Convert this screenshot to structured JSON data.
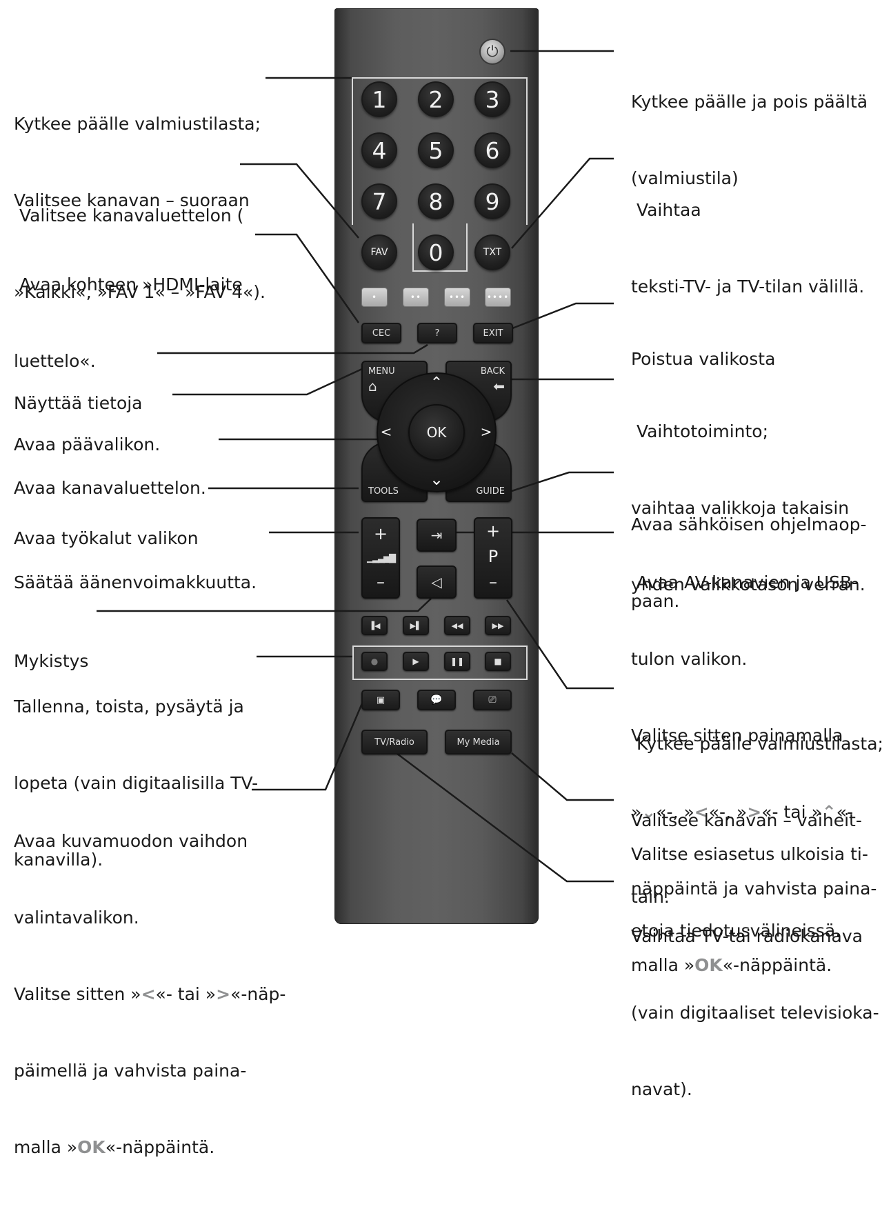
{
  "labels": {
    "left": {
      "standby_direct": [
        "Kytkee päälle valmiustilasta;",
        "Valitsee kanavan – suoraan"
      ],
      "fav_list": [
        " Valitsee kanavaluettelon (",
        "»Kaikki«, »FAV 1« – »FAV 4«)."
      ],
      "hdmi_list": [
        " Avaa kohteen »HDMI-laite",
        "luettelo«."
      ],
      "info": [
        "Näyttää tietoja"
      ],
      "main_menu": [
        "Avaa päävalikon."
      ],
      "channel_list": [
        "Avaa kanavaluettelon."
      ],
      "tools_menu": [
        "Avaa työkalut valikon"
      ],
      "volume": [
        "Säätää äänenvoimakkuutta."
      ],
      "mute": [
        "Mykistys"
      ],
      "record_play": [
        "Tallenna, toista, pysäytä ja",
        "lopeta (vain digitaalisilla TV-",
        "kanavilla)."
      ],
      "picture_format": {
        "line1": "Avaa kuvamuodon vaihdon",
        "line2": "valintavalikon.",
        "line3_a": "Valitse sitten »",
        "line3_b": "«- tai »",
        "line3_c": "«-näp-",
        "line4": "päimellä ja vahvista paina-",
        "line5_a": "malla »",
        "line5_b": "«-näppäintä."
      }
    },
    "right": {
      "power": [
        "Kytkee päälle ja pois päältä",
        "(valmiustila)"
      ],
      "teletext": [
        " Vaihtaa",
        "teksti-TV- ja TV-tilan välillä."
      ],
      "exit": [
        "Poistua valikosta"
      ],
      "back": [
        " Vaihtotoiminto;",
        "vaihtaa valikkoja takaisin",
        "yhden valikkotason verran."
      ],
      "guide": [
        "Avaa sähköisen ohjelmaop-",
        "paan."
      ],
      "source": {
        "line1": " Avaa AV-kanavien ja USB-",
        "line2": "tulon valikon.",
        "line3": "Valitse sitten painamalla",
        "line4_a": "»",
        "line4_b": "«-, »",
        "line4_c": "«-, »",
        "line4_d": "«- tai »",
        "line4_e": "«-",
        "line5": "näppäintä ja vahvista paina-",
        "line6_a": "malla »",
        "line6_b": "«-näppäintä."
      },
      "standby_step": [
        " Kytkee päälle valmiustilasta;",
        "Valitsee kanavan – vaiheit-",
        "tain."
      ],
      "media_preset": [
        "Valitse esiasetus ulkoisia ti-",
        "etoja tiedotusvälineissä."
      ],
      "tv_radio": [
        "Vaihtaa TV-tai radiokanava",
        "(vain digitaaliset televisioka-",
        "navat)."
      ]
    },
    "glyphs": {
      "down": "⌄",
      "left": "<",
      "right": ">",
      "up": "⌃",
      "ok": "OK"
    }
  },
  "remote": {
    "digits": [
      "1",
      "2",
      "3",
      "4",
      "5",
      "6",
      "7",
      "8",
      "9",
      "0"
    ],
    "fav": "FAV",
    "txt": "TXT",
    "color_keys": [
      "•",
      "••",
      "•••",
      "••••"
    ],
    "cec": "CEC",
    "info": "?",
    "exit": "EXIT",
    "menu": "MENU",
    "back": "BACK",
    "ok": "OK",
    "tools": "TOOLS",
    "guide": "GUIDE",
    "vol_plus": "+",
    "vol_minus": "–",
    "prog_plus": "+",
    "prog_letter": "P",
    "prog_minus": "–",
    "tv_radio": "TV/Radio",
    "my_media": "My Media"
  },
  "colors": {
    "highlight": "#8f9091",
    "remote_body": "#5d5d5d",
    "button": "#1f1f1f"
  },
  "icons": [
    "power-icon",
    "home-icon",
    "back-arrow-icon",
    "source-icon",
    "mute-icon",
    "volume-bars-icon",
    "skip-back-icon",
    "skip-forward-icon",
    "rewind-icon",
    "fast-forward-icon",
    "record-icon",
    "play-icon",
    "pause-icon",
    "stop-icon",
    "picture-format-icon",
    "chat-icon",
    "subtitle-icon"
  ]
}
